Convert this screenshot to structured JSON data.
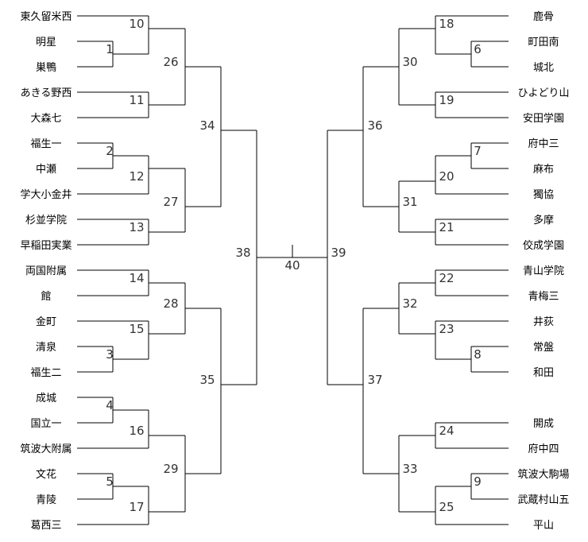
{
  "left_teams": [
    "東久留米西",
    "明星",
    "巣鴨",
    "あきる野西",
    "大森七",
    "福生一",
    "中瀬",
    "学大小金井",
    "杉並学院",
    "早稲田実業",
    "両国附属",
    "館",
    "金町",
    "清泉",
    "福生二",
    "成城",
    "国立一",
    "筑波大附属",
    "文花",
    "青陵",
    "葛西三"
  ],
  "right_teams": [
    "鹿骨",
    "町田南",
    "城北",
    "ひよどり山",
    "安田学園",
    "府中三",
    "麻布",
    "獨協",
    "多摩",
    "佼成学園",
    "青山学院",
    "青梅三",
    "井荻",
    "常盤",
    "和田",
    "開成",
    "府中四",
    "筑波大駒場",
    "武蔵村山五",
    "平山"
  ],
  "match_numbers": {
    "m1": "1",
    "m2": "2",
    "m3": "3",
    "m4": "4",
    "m5": "5",
    "m6": "6",
    "m7": "7",
    "m8": "8",
    "m9": "9",
    "m10": "10",
    "m11": "11",
    "m12": "12",
    "m13": "13",
    "m14": "14",
    "m15": "15",
    "m16": "16",
    "m17": "17",
    "m18": "18",
    "m19": "19",
    "m20": "20",
    "m21": "21",
    "m22": "22",
    "m23": "23",
    "m24": "24",
    "m25": "25",
    "m26": "26",
    "m27": "27",
    "m28": "28",
    "m29": "29",
    "m30": "30",
    "m31": "31",
    "m32": "32",
    "m33": "33",
    "m34": "34",
    "m35": "35",
    "m36": "36",
    "m37": "37",
    "m38": "38",
    "m39": "39",
    "m40": "40"
  }
}
